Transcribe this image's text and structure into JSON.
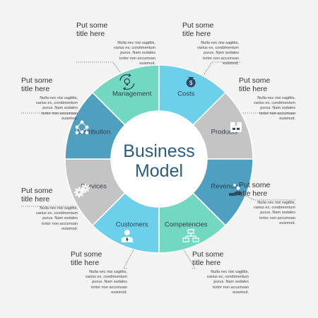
{
  "center": {
    "line1": "Business",
    "line2": "Model"
  },
  "segments": [
    {
      "id": "costs",
      "label": "Costs",
      "icon": "money-bag-icon",
      "color": "#6cd0ea"
    },
    {
      "id": "products",
      "label": "Products",
      "icon": "box-icon",
      "color": "#c4c4c4"
    },
    {
      "id": "revenue",
      "label": "Revenue",
      "icon": "hand-coins-icon",
      "color": "#4f9fc0"
    },
    {
      "id": "competencies",
      "label": "Competencies",
      "icon": "org-chart-icon",
      "color": "#72d8bf"
    },
    {
      "id": "customers",
      "label": "Customers",
      "icon": "person-icon",
      "color": "#6cd0ea"
    },
    {
      "id": "services",
      "label": "Services",
      "icon": "gears-icon",
      "color": "#c4c4c4"
    },
    {
      "id": "distribution",
      "label": "Distribution",
      "icon": "network-icon",
      "color": "#4f9fc0"
    },
    {
      "id": "management",
      "label": "Management",
      "icon": "lightbulb-cycle-icon",
      "color": "#72d8bf"
    }
  ],
  "callouts": [
    {
      "id": "management",
      "title": "Put some\ntitle here",
      "body": "Nulla nec nisi sagittis,\nvarius ex, condimentum\npurus. Nam sodales\ntortor non accumsan\neuismod."
    },
    {
      "id": "costs",
      "title": "Put some\ntitle here",
      "body": "Nulla nec nisi sagittis,\nvarius ex, condimentum\npurus. Nam sodales\ntortor non accumsan\neuismod."
    },
    {
      "id": "products",
      "title": "Put some\ntitle here",
      "body": "Nulla nec nisi sagittis,\nvarius ex, condimentum\npurus. Nam sodales\ntortor non accumsan\neuismod."
    },
    {
      "id": "distribution",
      "title": "Put some\ntitle here",
      "body": "Nulla nec nisi sagittis,\nvarius ex, condimentum\npurus. Nam sodales\ntortor non accumsan\neuismod."
    },
    {
      "id": "revenue",
      "title": "Put some\ntitle here",
      "body": "Nulla nec nisi sagittis,\nvarius ex, condimentum\npurus. Nam sodales\ntortor non accumsan\neuismod."
    },
    {
      "id": "services",
      "title": "Put some\ntitle here",
      "body": "Nulla nec nisi sagittis,\nvarius ex, condimentum\npurus. Nam sodales\ntortor non accumsan\neuismod."
    },
    {
      "id": "customers",
      "title": "Put some\ntitle here",
      "body": "Nulla nec nisi sagittis,\nvarius ex, condimentum\npurus. Nam sodales\ntortor non accumsan\neuismod."
    },
    {
      "id": "competencies",
      "title": "Put some\ntitle here",
      "body": "Nulla nec nisi sagittis,\nvarius ex, condimentum\npurus. Nam sodales\ntortor non accumsan\neuismod."
    }
  ],
  "colors": {
    "background": "#f3f3f3",
    "center_text": "#2b5d80",
    "leader": "#555555"
  }
}
